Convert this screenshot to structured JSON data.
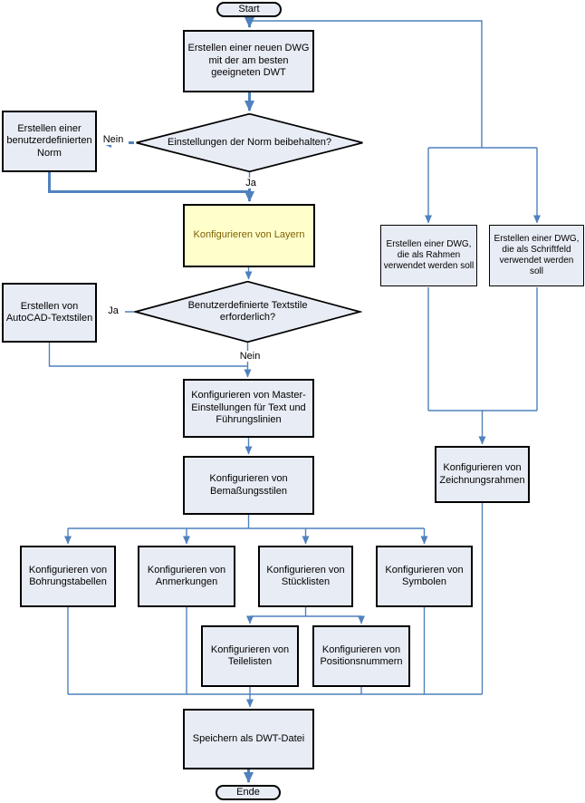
{
  "flowchart": {
    "nodes": {
      "start": "Start",
      "new_dwg": "Erstellen einer neuen DWG mit der am besten geeigneten DWT",
      "norm_decision": "Einstellungen der Norm beibehalten?",
      "custom_norm": "Erstellen einer benutzerdefinierten Norm",
      "layers": "Konfigurieren von Layern",
      "textstyle_decision": "Benutzerdefinierte Textstile erforderlich?",
      "autocad_textstyles": "Erstellen von AutoCAD-Textstilen",
      "dwg_rahmen": "Erstellen einer DWG, die als Rahmen verwendet werden soll",
      "dwg_schriftfeld": "Erstellen einer DWG, die als Schriftfeld verwendet werden soll",
      "master_settings": "Konfigurieren von Master-Einstellungen für Text und Führungslinien",
      "bemassungsstile": "Konfigurieren von Bemaßungsstilen",
      "zeichnungsrahmen": "Konfigurieren von Zeichnungsrahmen",
      "bohrungstabellen": "Konfigurieren von Bohrungstabellen",
      "anmerkungen": "Konfigurieren von Anmerkungen",
      "stuecklisten": "Konfigurieren von Stücklisten",
      "symbole": "Konfigurieren von Symbolen",
      "teilelisten": "Konfigurieren von Teilelisten",
      "positionsnummern": "Konfigurieren von Positionsnummern",
      "speichern": "Speichern als DWT-Datei",
      "ende": "Ende"
    },
    "edge_labels": {
      "nein_norm": "Nein",
      "ja_norm": "Ja",
      "ja_textstile": "Ja",
      "nein_textstile": "Nein"
    },
    "colors": {
      "node_fill": "#e8ecf4",
      "node_border": "#000000",
      "highlight_fill": "#ffffcc",
      "highlight_text": "#7f6000",
      "connector": "#4f81bd",
      "text": "#000000"
    }
  }
}
